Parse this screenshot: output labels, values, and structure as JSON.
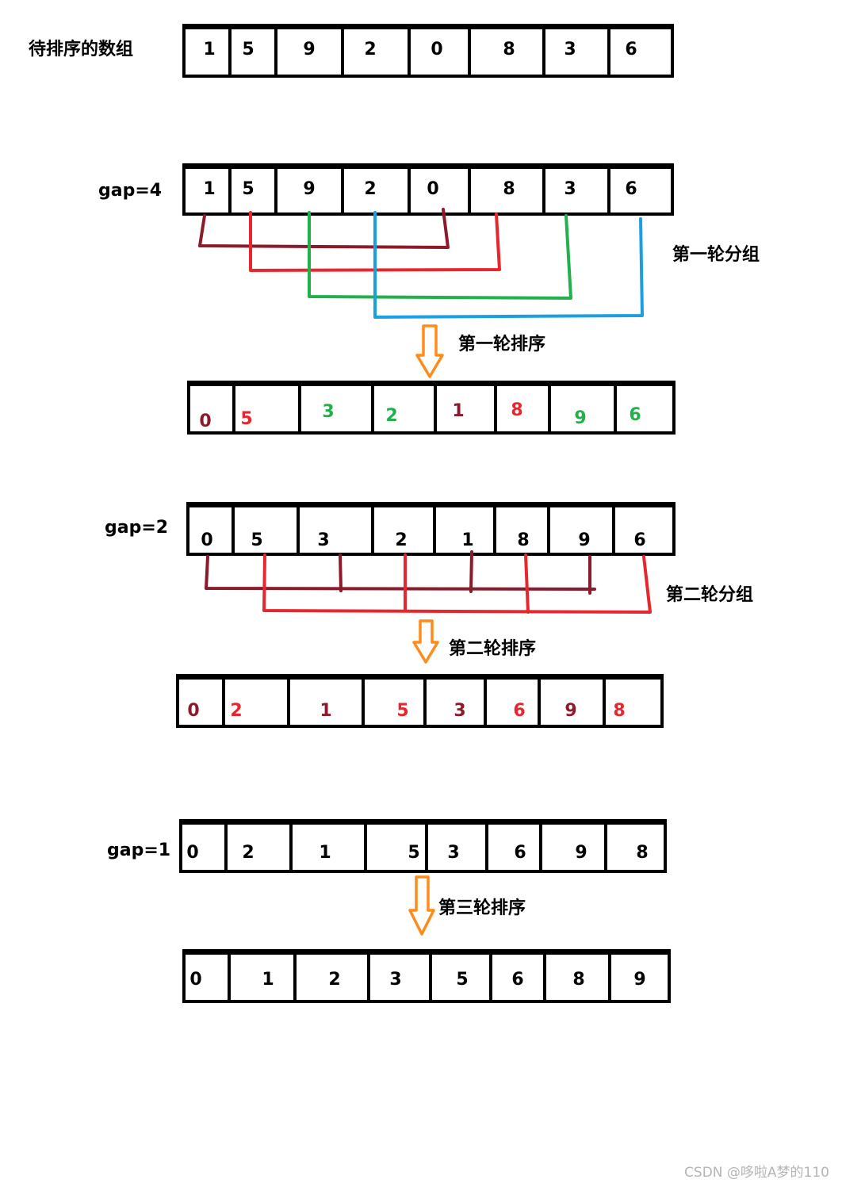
{
  "labels": {
    "array_label": "待排序的数组",
    "gap4": "gap=4",
    "gap2": "gap=2",
    "gap1": "gap=1",
    "round1_group": "第一轮分组",
    "round1_sort": "第一轮排序",
    "round2_group": "第二轮分组",
    "round2_sort": "第二轮排序",
    "round3_sort": "第三轮排序"
  },
  "arrays": {
    "initial": [
      "1",
      "5",
      "9",
      "2",
      "0",
      "8",
      "3",
      "6"
    ],
    "gap4": [
      "1",
      "5",
      "9",
      "2",
      "0",
      "8",
      "3",
      "6"
    ],
    "after_round1": [
      "0",
      "5",
      "3",
      "2",
      "1",
      "8",
      "9",
      "6"
    ],
    "gap2": [
      "0",
      "5",
      "3",
      "2",
      "1",
      "8",
      "9",
      "6"
    ],
    "after_round2": [
      "0",
      "2",
      "1",
      "5",
      "3",
      "6",
      "9",
      "8"
    ],
    "gap1": [
      "0",
      "2",
      "1",
      "5",
      "3",
      "6",
      "9",
      "8"
    ],
    "final": [
      "0",
      "1",
      "2",
      "3",
      "5",
      "6",
      "8",
      "9"
    ]
  },
  "colors": {
    "border": "#000000",
    "text": "#000000",
    "dark_red": "#8b1a2b",
    "red": "#e8262d",
    "green": "#22b04c",
    "blue": "#1aa0e0",
    "orange": "#ff8c1a",
    "watermark": "#b5b5b5"
  },
  "groups": {
    "round1": [
      "dark_red",
      "red",
      "green",
      "blue"
    ],
    "after_round1_colors": [
      "dark_red",
      "red",
      "green",
      "green",
      "dark_red",
      "red",
      "green",
      "green"
    ],
    "round2": [
      "dark_red",
      "red"
    ],
    "after_round2_colors": [
      "dark_red",
      "red",
      "dark_red",
      "red",
      "dark_red",
      "red",
      "dark_red",
      "red"
    ]
  },
  "watermark": "CSDN @哆啦A梦的110"
}
